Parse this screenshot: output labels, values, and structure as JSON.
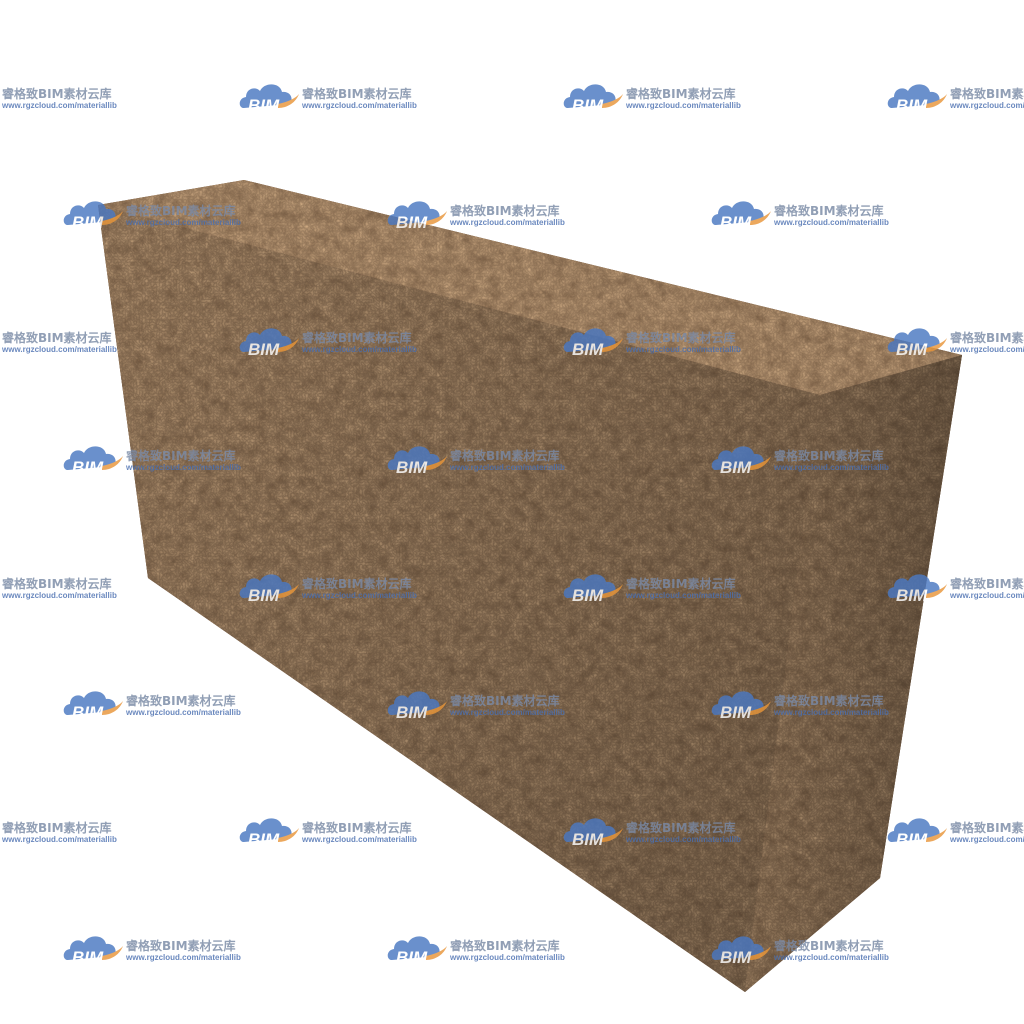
{
  "watermark": {
    "brand_text": "睿格致BIM素材云库",
    "url_text": "www.rgzcloud.com/materiallib",
    "logo_text": "BIM",
    "logo_icon": "cloud-icon",
    "logo_colors": {
      "cloud": "#4a78c2",
      "swoosh": "#e8963a",
      "text": "#ffffff"
    }
  },
  "subject": {
    "colors": {
      "front_face": "#5e3f2a",
      "top_face": "#6b4a33",
      "side_face": "#4a3020",
      "highlight": "#8a6445",
      "shadow": "#2e1d12"
    }
  }
}
